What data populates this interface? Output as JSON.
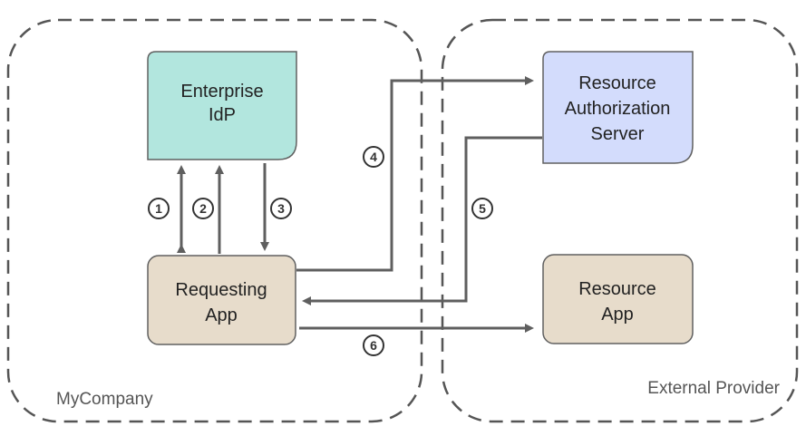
{
  "groups": {
    "left": {
      "label": "MyCompany"
    },
    "right": {
      "label": "External Provider"
    }
  },
  "nodes": {
    "idp": {
      "lines": [
        "Enterprise",
        "IdP"
      ],
      "fill": "#b2e6de"
    },
    "requesting": {
      "lines": [
        "Requesting",
        "App"
      ],
      "fill": "#e7dccb"
    },
    "auth_server": {
      "lines": [
        "Resource",
        "Authorization",
        "Server"
      ],
      "fill": "#d3dcfc"
    },
    "resource_app": {
      "lines": [
        "Resource",
        "App"
      ],
      "fill": "#e7dccb"
    }
  },
  "steps": [
    "1",
    "2",
    "3",
    "4",
    "5",
    "6"
  ],
  "colors": {
    "arrow": "#5f5f5f",
    "dash": "#555555",
    "box_stroke": "#606060"
  }
}
